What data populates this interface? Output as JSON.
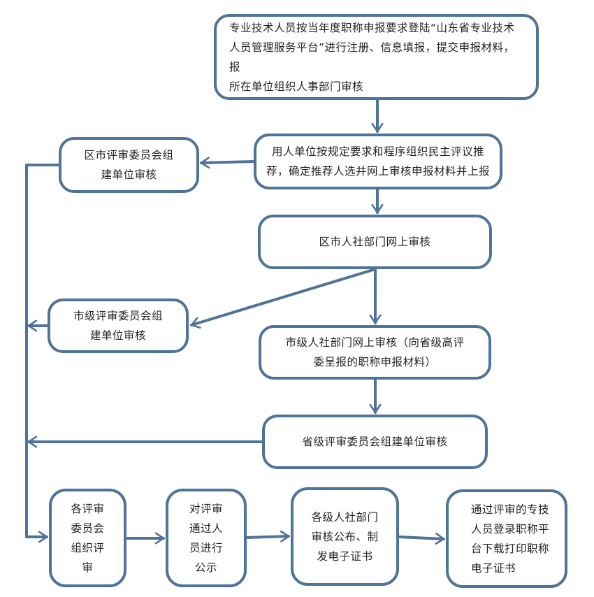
{
  "diagram": {
    "type": "flowchart",
    "title": "",
    "colors": {
      "stroke": "#4f7399",
      "text": "#222222",
      "background": "#ffffff"
    },
    "nodes": {
      "submit_materials": {
        "label": "专业技术人员按当年度职称申报要求登陆“山东省专业技术\n人员管理服务平台”进行注册、信息填报，提交申报材料，报\n所在单位组织人事部门审核"
      },
      "employer_recommend": {
        "label": "用人单位按规定要求和程序组织民主评议推\n荐，确定推荐人选并网上审核申报材料并上报"
      },
      "district_hr_online_review": {
        "label": "区市人社部门网上审核"
      },
      "city_hr_online_review": {
        "label": "市级人社部门网上审核（向省级高评\n委呈报的职称申报材料）"
      },
      "province_committee_unit_review": {
        "label": "省级评审委员会组建单位审核"
      },
      "district_committee_unit_review": {
        "label": "区市评审委员会组\n建单位审核"
      },
      "city_committee_unit_review": {
        "label": "市级评审委员会组\n建单位审核"
      },
      "committees_organize_review": {
        "label": "各评审\n委员会\n组织评\n审"
      },
      "publicize_passed": {
        "label": "对评审\n通过人\n员进行\n公示"
      },
      "hr_publish_certificates": {
        "label": "各级人社部门\n审核公布、制\n发电子证书"
      },
      "download_certificate": {
        "label": "通过评审的专技\n人员登录职称平\n台下载打印职称\n电子证书"
      }
    },
    "edges": [
      {
        "from": "submit_materials",
        "to": "employer_recommend"
      },
      {
        "from": "employer_recommend",
        "to": "district_committee_unit_review"
      },
      {
        "from": "employer_recommend",
        "to": "district_hr_online_review"
      },
      {
        "from": "district_hr_online_review",
        "to": "city_committee_unit_review"
      },
      {
        "from": "district_hr_online_review",
        "to": "city_hr_online_review"
      },
      {
        "from": "city_hr_online_review",
        "to": "province_committee_unit_review"
      },
      {
        "from": "district_committee_unit_review",
        "to": "committees_organize_review"
      },
      {
        "from": "city_committee_unit_review",
        "to": "committees_organize_review"
      },
      {
        "from": "province_committee_unit_review",
        "to": "committees_organize_review"
      },
      {
        "from": "committees_organize_review",
        "to": "publicize_passed"
      },
      {
        "from": "publicize_passed",
        "to": "hr_publish_certificates"
      },
      {
        "from": "hr_publish_certificates",
        "to": "download_certificate"
      }
    ]
  }
}
